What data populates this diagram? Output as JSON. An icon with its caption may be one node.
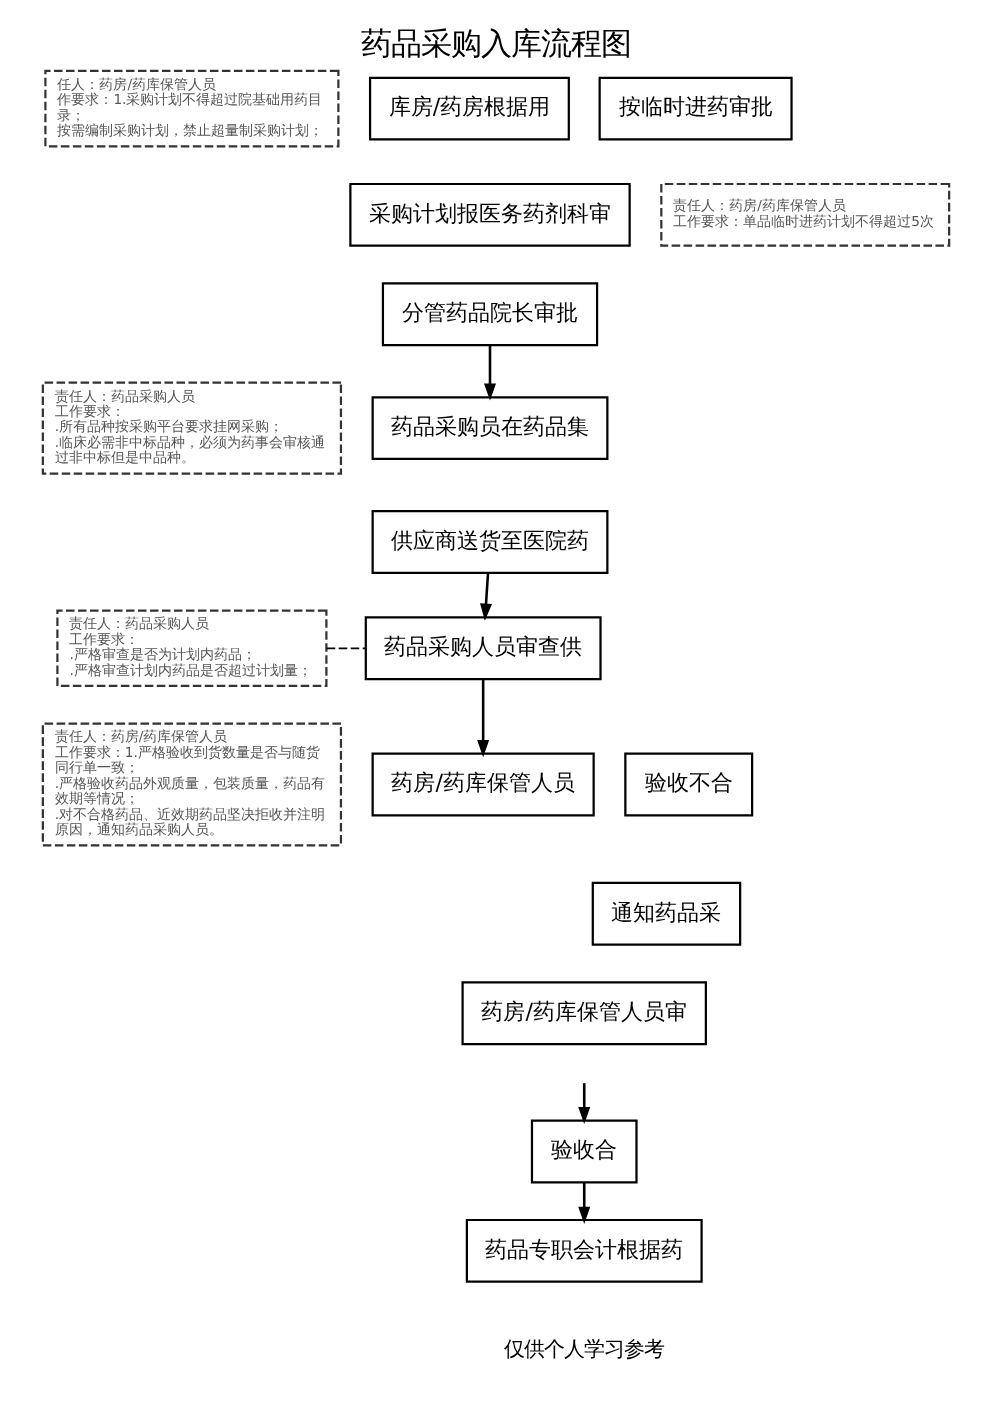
{
  "diagram": {
    "title": "药品采购入库流程图",
    "nodes": [
      {
        "text": [
          "任人：药房/药库保管人员",
          "作要求：1.采购计划不得超过院基础用药目录；",
          "按需编制采购计划，禁止超量制采购计划；"
        ]
      },
      {
        "text": [
          "库房/药房根据用"
        ]
      },
      {
        "text": [
          "按临时进药审批"
        ]
      },
      {
        "text": [
          "采购计划报医务药剂科审"
        ]
      },
      {
        "text": [
          "责任人：药房/药库保管人员",
          "工作要求：单品临时进药计划不得超过5次"
        ]
      },
      {
        "text": [
          "分管药品院长审批"
        ]
      },
      {
        "text": [
          "责任人：药品采购人员",
          "工作要求：",
          ".所有品种按采购平台要求挂网采购；",
          ".临床必需非中标品种，必须为药事会审核通过非中标但是中品种。"
        ]
      },
      {
        "text": [
          "药品采购员在药品集"
        ]
      },
      {
        "text": [
          "供应商送货至医院药"
        ]
      },
      {
        "text": [
          "责任人：药品采购人员",
          "工作要求：",
          ".严格审查是否为计划内药品；",
          ".严格审查计划内药品是否超过计划量；"
        ]
      },
      {
        "text": [
          "药品采购人员审查供"
        ]
      },
      {
        "text": [
          "责任人：药房/药库保管人员",
          "工作要求：1.严格验收到货数量是否与随货同行单一致；",
          ".严格验收药品外观质量，包装质量，药品有效期等情况；",
          ".对不合格药品、近效期药品坚决拒收并注明原因，通知药品采购人员。"
        ]
      },
      {
        "text": [
          "药房/药库保管人员"
        ]
      },
      {
        "text": [
          "验收不合"
        ]
      },
      {
        "text": [
          "通知药品采"
        ]
      },
      {
        "text": [
          "药房/药库保管人员审"
        ]
      },
      {
        "text": [
          "验收合"
        ]
      },
      {
        "text": [
          "药品专职会计根据药"
        ]
      }
    ],
    "edges": [
      {
        "from": 5,
        "to": 7,
        "arrow": "to"
      },
      {
        "from": 8,
        "to": 10,
        "arrow": "to"
      },
      {
        "from": 9,
        "to": 10,
        "arrow": "none",
        "style": "dashed"
      },
      {
        "from": 10,
        "to": 12,
        "arrow": "to"
      },
      {
        "from": null,
        "to": 16,
        "arrow": "to"
      },
      {
        "from": 16,
        "to": 17,
        "arrow": "to"
      }
    ],
    "labels": [
      "仅供个人学习参考"
    ]
  }
}
